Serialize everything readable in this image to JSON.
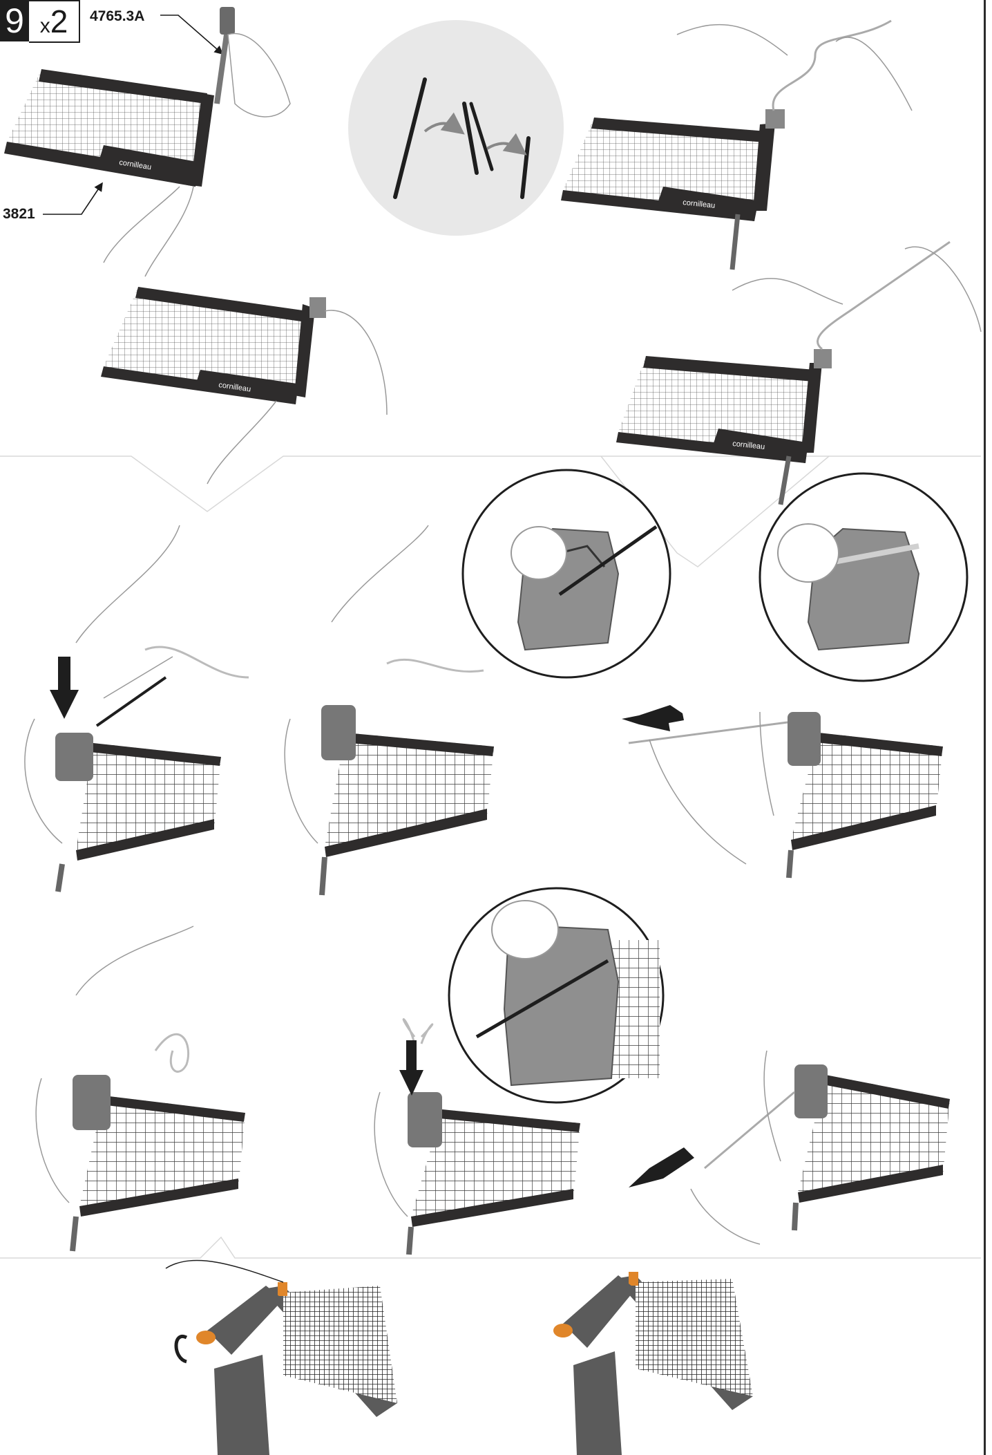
{
  "step": {
    "number": "9",
    "quantity_prefix": "x",
    "quantity": "2"
  },
  "parts": {
    "top_label": "4765.3A",
    "left_label": "3821"
  },
  "brand": {
    "logo_text": "cornilleau"
  },
  "colors": {
    "net_band": "#2e2c2c",
    "clip_grey": "#8a8a8a",
    "post_grey": "#5b5b5b",
    "accent_orange": "#e0862a",
    "divider": "#d8d8d8",
    "circle_bg": "#e8e8e8"
  },
  "icons": [
    "arrow-down-icon",
    "arrow-left-icon",
    "rotate-arrow-icon",
    "curved-arrow-icon"
  ]
}
